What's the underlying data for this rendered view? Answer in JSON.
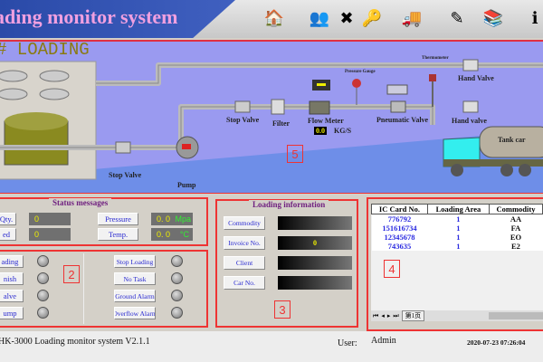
{
  "header": {
    "title": "ading monitor system",
    "toolbar": [
      {
        "name": "home-icon",
        "glyph": "🏠"
      },
      {
        "name": "users-icon",
        "glyph": "👥"
      },
      {
        "name": "close-icon",
        "glyph": "✖"
      },
      {
        "name": "keys-icon",
        "glyph": "🔑"
      },
      {
        "name": "truck-icon",
        "glyph": "🚚"
      },
      {
        "name": "edit-icon",
        "glyph": "✎"
      },
      {
        "name": "books-icon",
        "glyph": "📚"
      },
      {
        "name": "info-icon",
        "glyph": "ℹ"
      }
    ]
  },
  "process": {
    "title": "# LOADING",
    "labels": {
      "stop_valve_1": "Stop Valve",
      "pump": "Pump",
      "stop_valve_2": "Stop Valve",
      "filter": "Filter",
      "flow_meter": "Flow Meter",
      "flow_value": "0.0",
      "flow_unit": "KG/S",
      "pressure_gauge": "Pressure Gauge",
      "pneumatic_valve": "Pneumatic Valve",
      "thermometer": "Thermometer",
      "hand_valve_top": "Hand Valve",
      "hand_valve": "Hand valve",
      "tank_car": "Tank car"
    },
    "marker": "5"
  },
  "status": {
    "title": "Status messages",
    "qty_label": "Qty.",
    "qty_value": "0",
    "ed_label": "ed",
    "ed_value": "0",
    "pressure_label": "Pressure",
    "pressure_value": "0. 0",
    "pressure_unit": "Mpa",
    "temp_label": "Temp.",
    "temp_value": "0. 0",
    "temp_unit": "°C",
    "left_buttons": [
      "ading",
      "nish",
      "alve",
      "ump"
    ],
    "right_buttons": [
      "Stop Loading",
      "No Task",
      "Ground Alarm",
      "Overflow Alarm"
    ],
    "marker": "2"
  },
  "loading": {
    "title": "Loading information",
    "fields": [
      {
        "label": "Commodity",
        "value": ""
      },
      {
        "label": "Invoice No.",
        "value": "0"
      },
      {
        "label": "Client",
        "value": ""
      },
      {
        "label": "Car No.",
        "value": ""
      }
    ],
    "marker": "3"
  },
  "table": {
    "columns": [
      "IC Card No.",
      "Loading Area",
      "Commodity"
    ],
    "rows": [
      [
        "776792",
        "1",
        "AA"
      ],
      [
        "151616734",
        "1",
        "FA"
      ],
      [
        "12345678",
        "1",
        "EO"
      ],
      [
        "743635",
        "1",
        "E2"
      ]
    ],
    "sheet_tab": "第1页",
    "marker": "4"
  },
  "statusbar": {
    "app": "HK-3000  Loading monitor system V2.1.1",
    "user_label": "User:",
    "user": "Admin",
    "datetime": "2020-07-23  07:26:04"
  },
  "colors": {
    "accent": "#e33333",
    "process_bg": "#9a9af0"
  }
}
